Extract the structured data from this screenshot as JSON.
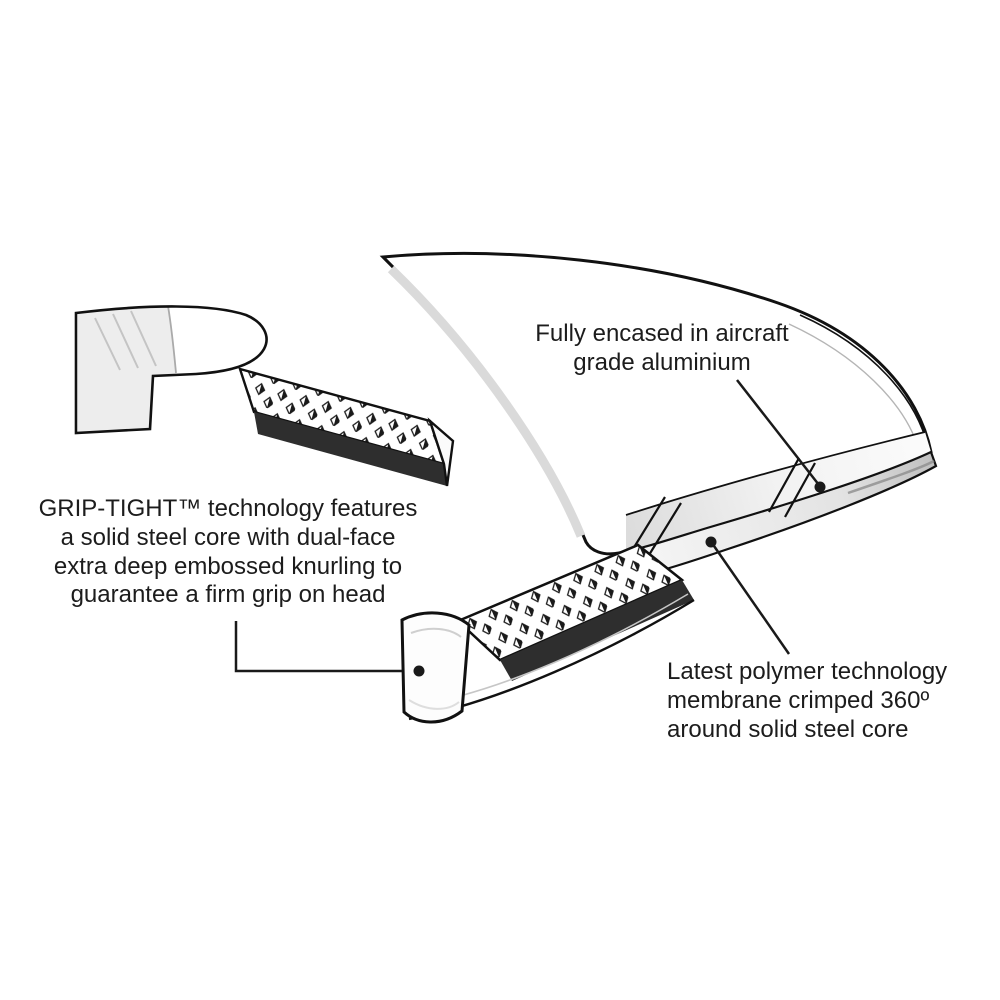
{
  "figure": {
    "type": "product-feature-diagram",
    "subject": "hoop cross-section with knurled steel core",
    "callouts": {
      "aluminium": {
        "text": "Fully encased in aircraft\ngrade aluminium"
      },
      "grip_tight": {
        "text": "GRIP-TIGHT™ technology features\na solid steel core with dual-face\nextra deep embossed knurling to\nguarantee a firm grip on head"
      },
      "polymer": {
        "text": "Latest polymer technology\nmembrane crimped 360º\naround solid steel core"
      }
    },
    "colors": {
      "line": "#1a1a1a",
      "background": "#ffffff",
      "shading": "#ececec",
      "knurl_dark": "#2e2e2e"
    }
  }
}
